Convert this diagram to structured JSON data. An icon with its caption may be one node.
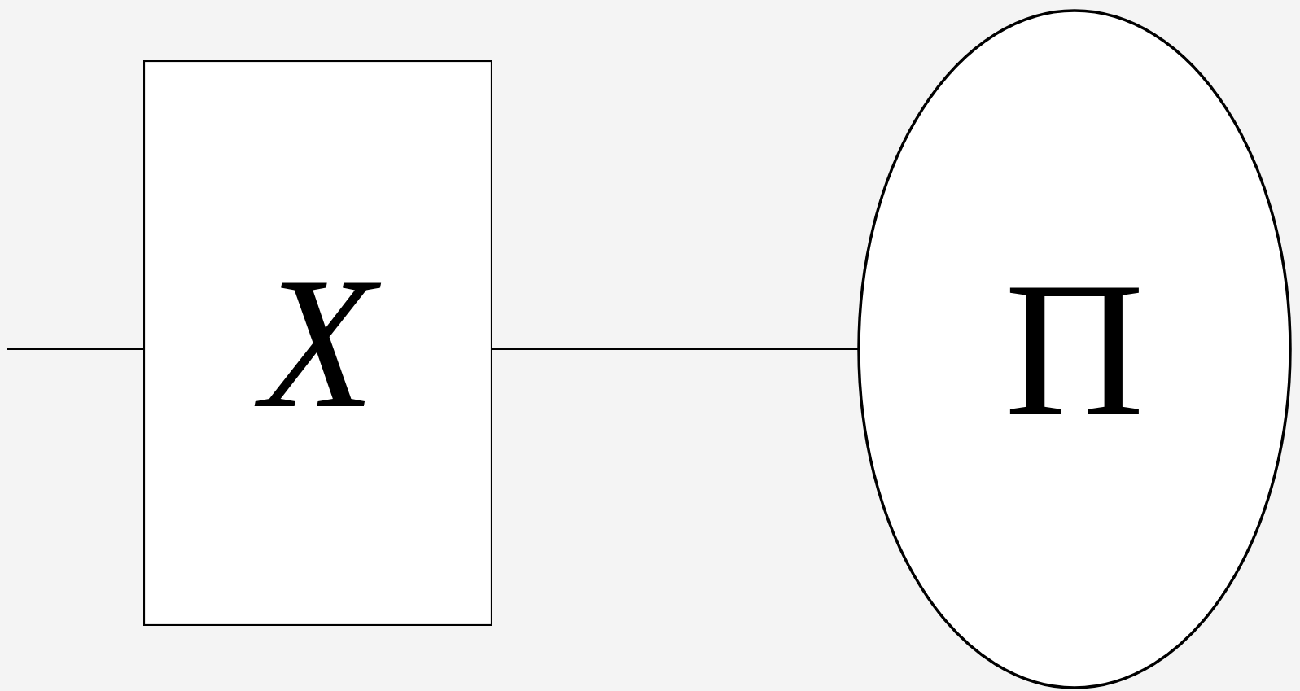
{
  "diagram": {
    "nodes": [
      {
        "text": [
          "X"
        ]
      },
      {
        "text": [
          "Π"
        ]
      }
    ],
    "edges": [
      {
        "from": null,
        "to": 0,
        "arrow": "none"
      },
      {
        "from": 0,
        "to": 1,
        "arrow": "none"
      }
    ]
  }
}
